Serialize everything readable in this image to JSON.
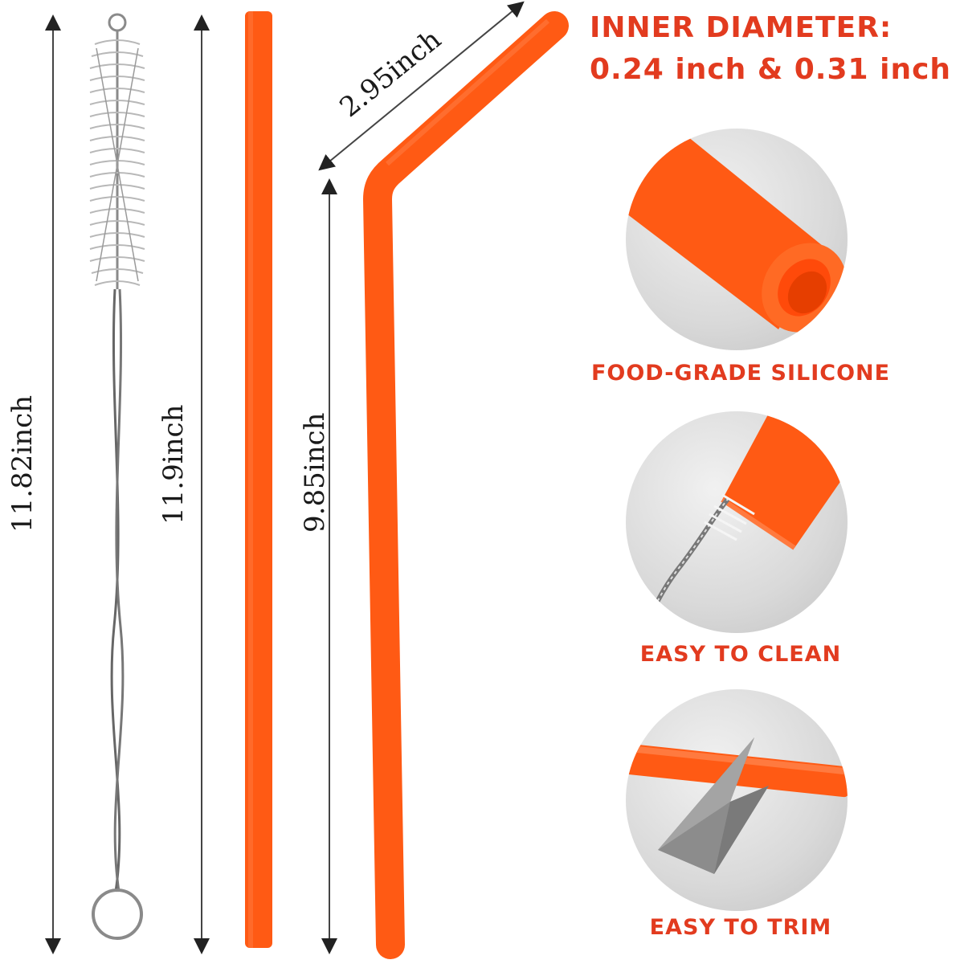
{
  "heading": {
    "line1": "INNER DIAMETER:",
    "line2": "0.24 inch & 0.31 inch"
  },
  "dimensions": {
    "brush_length": "11.82inch",
    "straight_length": "11.9inch",
    "bent_long_length": "9.85inch",
    "bent_short_length": "2.95inch"
  },
  "features": [
    {
      "label": "FOOD-GRADE SILICONE",
      "icon": "straw-opening-closeup-icon"
    },
    {
      "label": "EASY TO CLEAN",
      "icon": "brush-in-straw-icon"
    },
    {
      "label": "EASY TO TRIM",
      "icon": "scissors-cutting-straw-icon"
    }
  ],
  "colors": {
    "straw": "#ff5a14",
    "label_red": "#e23b1f"
  }
}
